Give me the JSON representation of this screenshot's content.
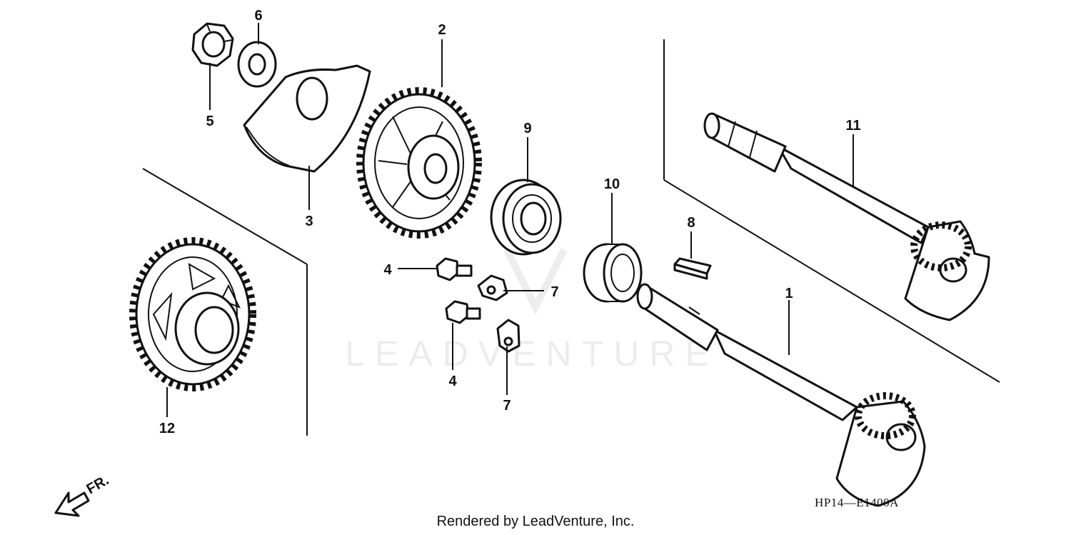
{
  "diagram": {
    "code": "HP14—E1400A",
    "credit": "Rendered by LeadVenture, Inc.",
    "watermark": "LEADVENTURE",
    "front_label": "FR.",
    "callouts": {
      "c1": "1",
      "c2": "2",
      "c3": "3",
      "c4a": "4",
      "c4b": "4",
      "c5": "5",
      "c6": "6",
      "c7a": "7",
      "c7b": "7",
      "c8": "8",
      "c9": "9",
      "c10": "10",
      "c11": "11",
      "c12": "12"
    }
  }
}
